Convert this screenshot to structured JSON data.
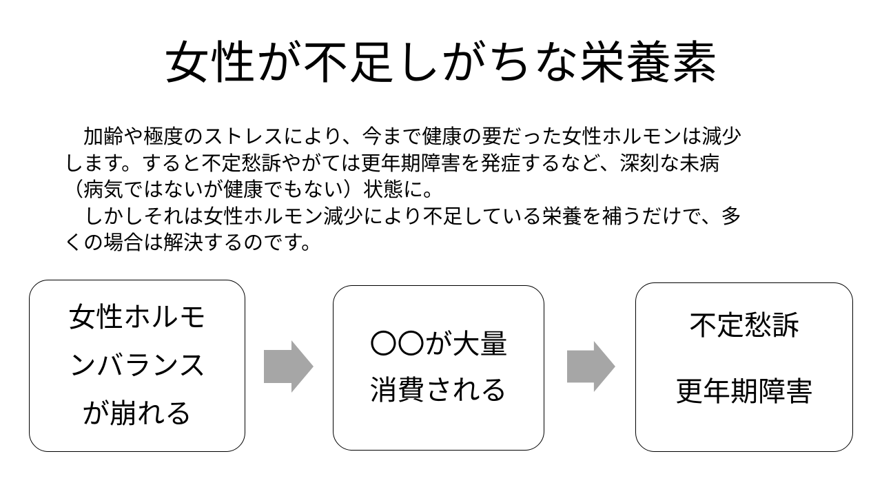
{
  "slide": {
    "title": "女性が不足しがちな栄養素",
    "body": "　加齢や極度のストレスにより、今まで健康の要だった女性ホルモンは減少\nします。すると不定愁訴やがては更年期障害を発症するなど、深刻な未病\n（病気ではないが健康でもない）状態に。\n　しかしそれは女性ホルモン減少により不足している栄養を補うだけで、多\nくの場合は解決するのです。",
    "flow": {
      "boxes": [
        {
          "text": "女性ホルモ\nンバランス\nが崩れる"
        },
        {
          "text": "〇〇が大量\n消費される"
        },
        {
          "text": "不定愁訴\n\n更年期障害"
        }
      ],
      "arrows": [
        {
          "icon": "right-block-arrow"
        },
        {
          "icon": "right-block-arrow"
        }
      ]
    },
    "colors": {
      "background": "#ffffff",
      "text": "#000000",
      "box_border": "#000000",
      "arrow": "#a6a6a6"
    }
  }
}
